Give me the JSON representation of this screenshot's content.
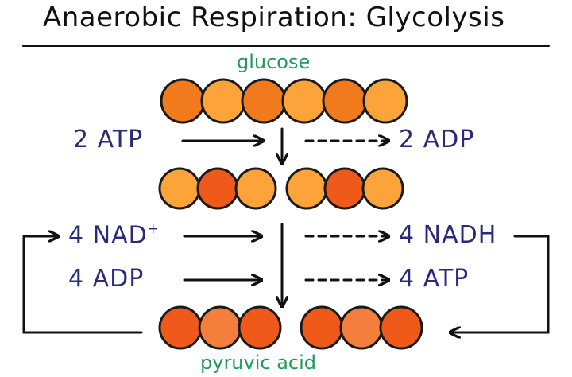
{
  "title": "Anaerobic Respiration: Glycolysis",
  "top_label": "glucose",
  "bottom_label": "pyruvic acid",
  "step1": {
    "input": "2 ATP",
    "output": "2 ADP"
  },
  "step2": {
    "input1": "4 NAD",
    "input1_sup": "+",
    "input2": "4 ADP",
    "output1": "4 NADH",
    "output2": "4 ATP"
  },
  "colors": {
    "label_blue": "#2b2a7a",
    "label_green": "#1f9a5c",
    "carbon_dark": "#f07a1c",
    "carbon_light": "#fca43a",
    "carbon_red": "#ef5a1a",
    "carbon_peach": "#f47e3c"
  }
}
